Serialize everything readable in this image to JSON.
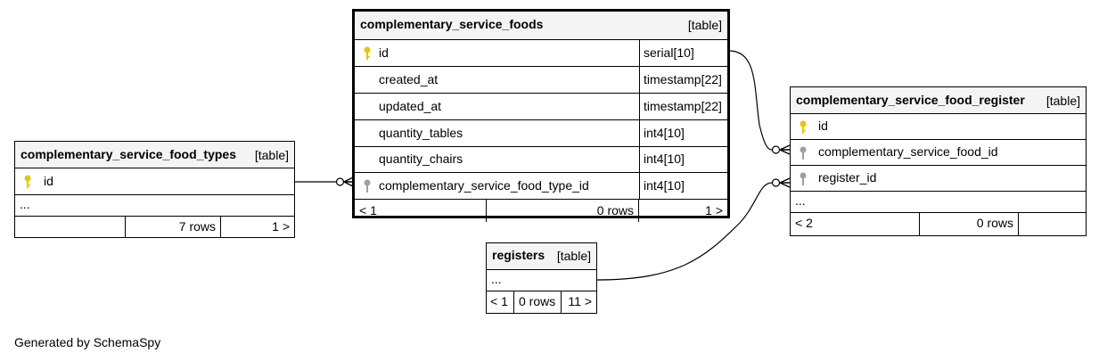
{
  "tables": {
    "foods": {
      "name": "complementary_service_foods",
      "tag": "[table]",
      "columns": [
        {
          "name": "id",
          "type": "serial[10]",
          "key": "primary-key"
        },
        {
          "name": "created_at",
          "type": "timestamp[22]",
          "key": ""
        },
        {
          "name": "updated_at",
          "type": "timestamp[22]",
          "key": ""
        },
        {
          "name": "quantity_tables",
          "type": "int4[10]",
          "key": ""
        },
        {
          "name": "quantity_chairs",
          "type": "int4[10]",
          "key": ""
        },
        {
          "name": "complementary_service_food_type_id",
          "type": "int4[10]",
          "key": "foreign-key"
        }
      ],
      "footer": {
        "parents": "< 1",
        "rows": "0 rows",
        "children": "1 >"
      }
    },
    "types": {
      "name": "complementary_service_food_types",
      "tag": "[table]",
      "columns": [
        {
          "name": "id",
          "key": "primary-key"
        }
      ],
      "ellipsis": "...",
      "footer": {
        "rows": "7 rows",
        "children": "1 >"
      }
    },
    "register_link": {
      "name": "complementary_service_food_register",
      "tag": "[table]",
      "columns": [
        {
          "name": "id",
          "key": "primary-key"
        },
        {
          "name": "complementary_service_food_id",
          "key": "foreign-key"
        },
        {
          "name": "register_id",
          "key": "foreign-key"
        }
      ],
      "ellipsis": "...",
      "footer": {
        "parents": "< 2",
        "rows": "0 rows"
      }
    },
    "registers": {
      "name": "registers",
      "tag": "[table]",
      "ellipsis": "...",
      "footer": {
        "parents": "< 1",
        "rows": "0 rows",
        "children": "11 >"
      }
    }
  },
  "footer_note": "Generated by SchemaSpy",
  "colors": {
    "primary_key": "#e6c800",
    "foreign_key": "#a0a0a0",
    "header_bg": "#f4f4f4"
  }
}
